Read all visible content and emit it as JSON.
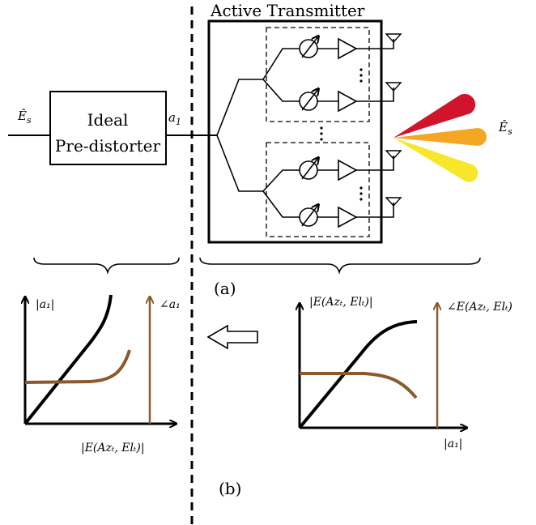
{
  "top": {
    "transmitter_title": "Active Transmitter",
    "input_label": "Ê",
    "input_sub": "s",
    "predistorter_line1": "Ideal",
    "predistorter_line2": "Pre-distorter",
    "a1_label": "a",
    "a1_sub": "1",
    "output_label": "Ê",
    "output_sub": "s",
    "caption": "(a)"
  },
  "beams": {
    "colors": [
      "#d0142b",
      "#f5a623",
      "#f7e62a"
    ]
  },
  "bottom": {
    "left": {
      "y_left": "|a₁|",
      "y_right": "∠a₁",
      "x_label": "|E(Azₜ, Elₜ)|"
    },
    "right": {
      "y_left": "|E(Azₜ, Elₜ)|",
      "y_right": "∠E(Azₜ, Elₜ)",
      "x_label": "|a₁|"
    },
    "caption": "(b)"
  },
  "colors": {
    "phase_curve": "#8b5a2b",
    "amp_curve": "#000000"
  }
}
